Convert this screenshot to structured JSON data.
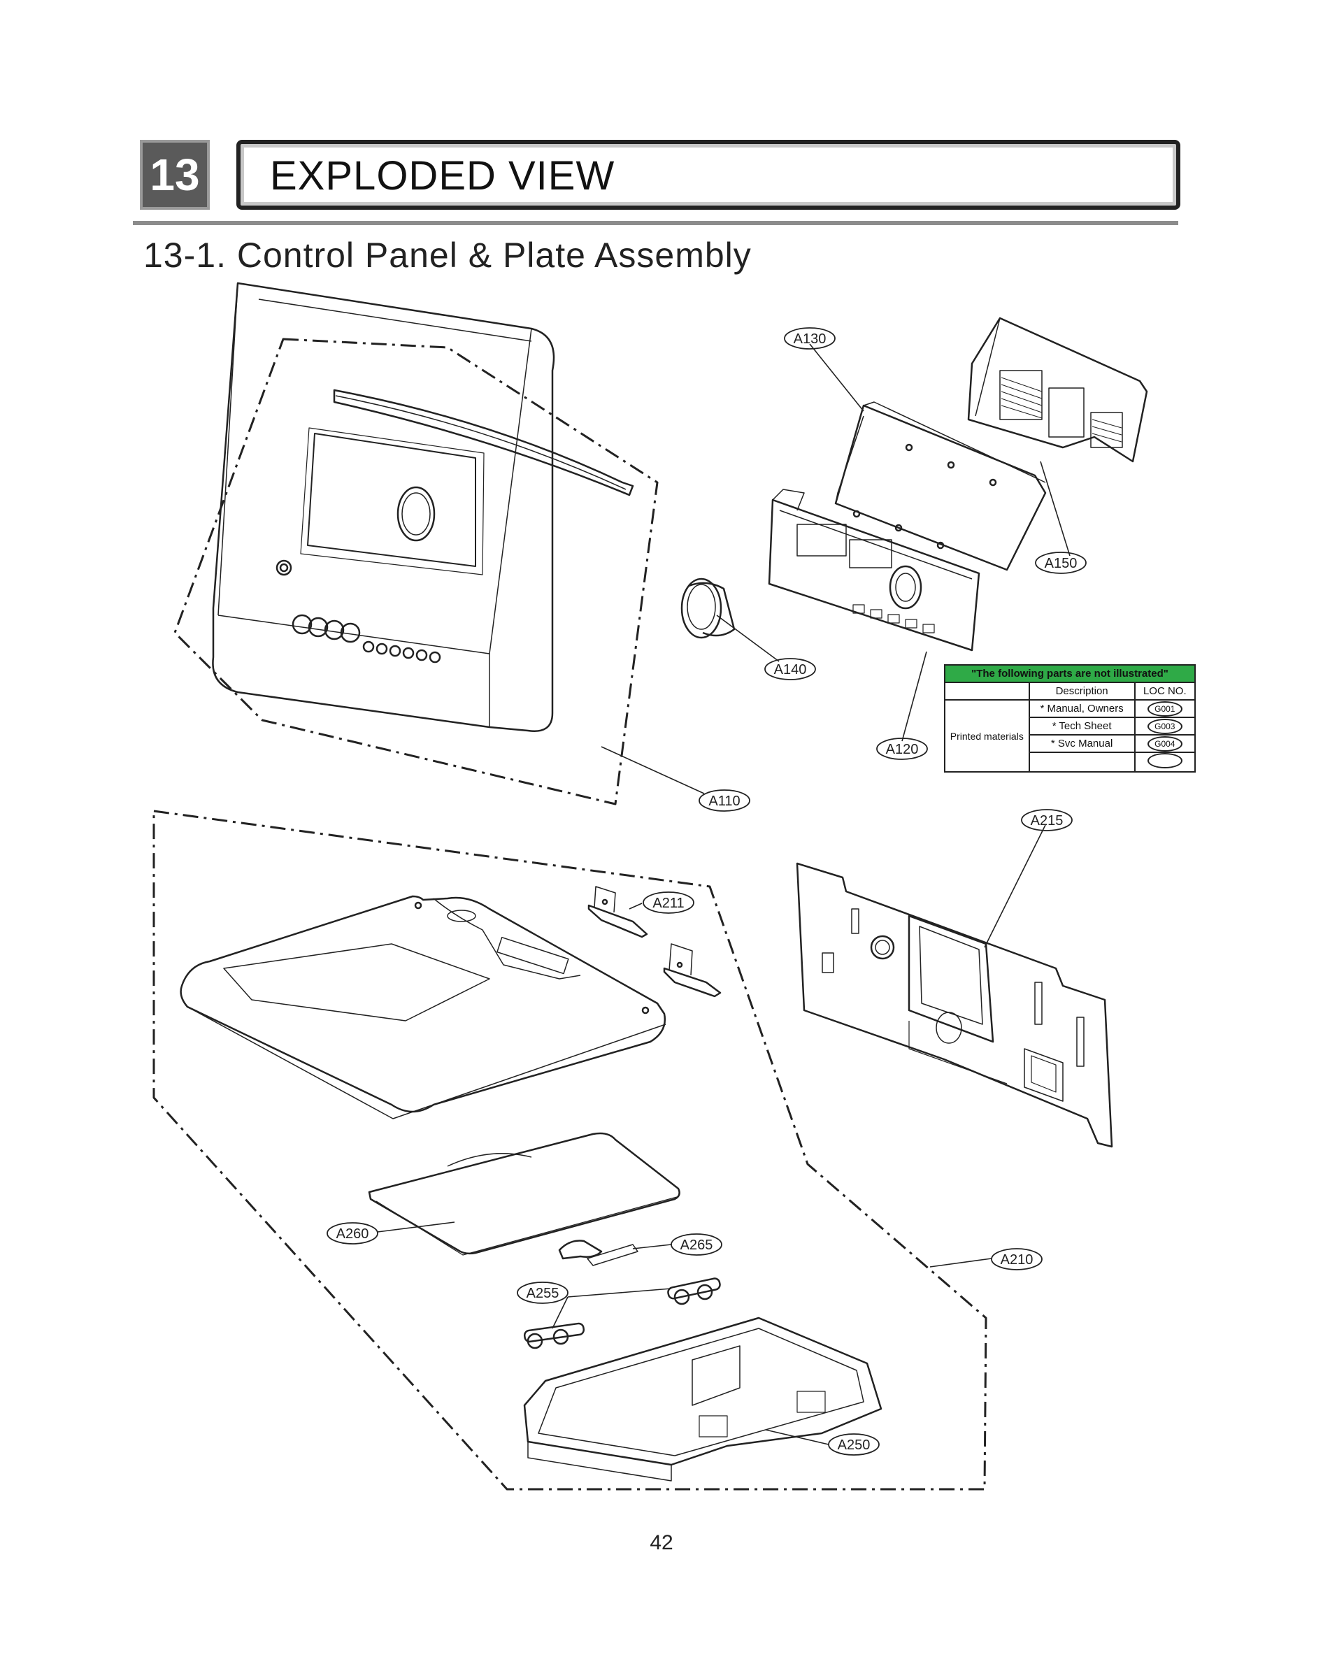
{
  "section": {
    "number": "13",
    "title": "EXPLODED VIEW"
  },
  "subsection_title": "13-1. Control Panel & Plate Assembly",
  "page_number": "42",
  "callouts": [
    {
      "id": "a130",
      "label": "A130"
    },
    {
      "id": "a150",
      "label": "A150"
    },
    {
      "id": "a140",
      "label": "A140"
    },
    {
      "id": "a120",
      "label": "A120"
    },
    {
      "id": "a110",
      "label": "A110"
    },
    {
      "id": "a215",
      "label": "A215"
    },
    {
      "id": "a211",
      "label": "A211"
    },
    {
      "id": "a260",
      "label": "A260"
    },
    {
      "id": "a265",
      "label": "A265"
    },
    {
      "id": "a255",
      "label": "A255"
    },
    {
      "id": "a210",
      "label": "A210"
    },
    {
      "id": "a250",
      "label": "A250"
    }
  ],
  "not_illustrated_table": {
    "heading": "\"The following parts are not illustrated\"",
    "col_description": "Description",
    "col_loc": "LOC NO.",
    "group_label": "Printed materials",
    "rows": [
      {
        "description": "* Manual, Owners",
        "loc": "G001"
      },
      {
        "description": "* Tech Sheet",
        "loc": "G003"
      },
      {
        "description": "* Svc Manual",
        "loc": "G004"
      },
      {
        "description": "",
        "loc": ""
      }
    ]
  },
  "colors": {
    "table_header": "#2faa47",
    "badge": "#5a5a5a",
    "rule": "#8c8c8c"
  }
}
